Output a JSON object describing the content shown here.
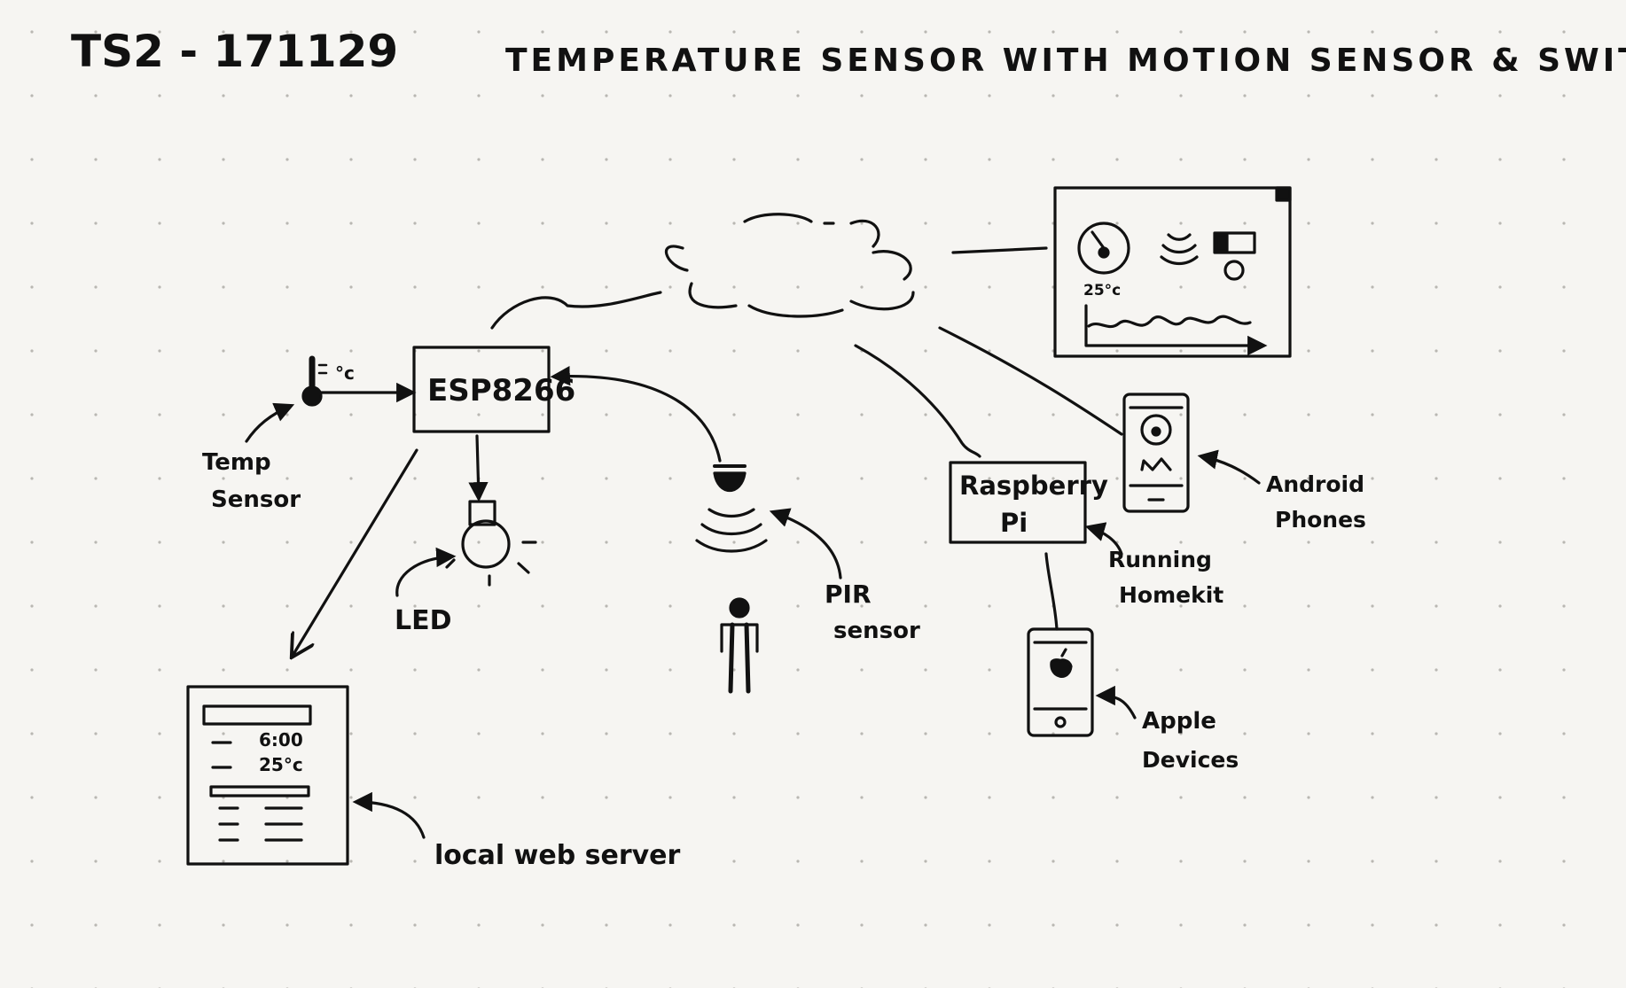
{
  "header": {
    "id": "TS2 - 171129",
    "title": "TEMPERATURE SENSOR WITH MOTION SENSOR & SWITCH"
  },
  "nodes": {
    "esp": "ESP8266",
    "rpi_line1": "Raspberry",
    "rpi_line2": "Pi",
    "celsius": "°c",
    "dash_temp": "25°c",
    "web_time": "6:00",
    "web_temp": "25°c"
  },
  "labels": {
    "temp_sensor_1": "Temp",
    "temp_sensor_2": "Sensor",
    "led": "LED",
    "pir_1": "PIR",
    "pir_2": "sensor",
    "homekit_1": "Running",
    "homekit_2": "Homekit",
    "android_1": "Android",
    "android_2": "Phones",
    "apple_1": "Apple",
    "apple_2": "Devices",
    "webserver": "local web server"
  }
}
